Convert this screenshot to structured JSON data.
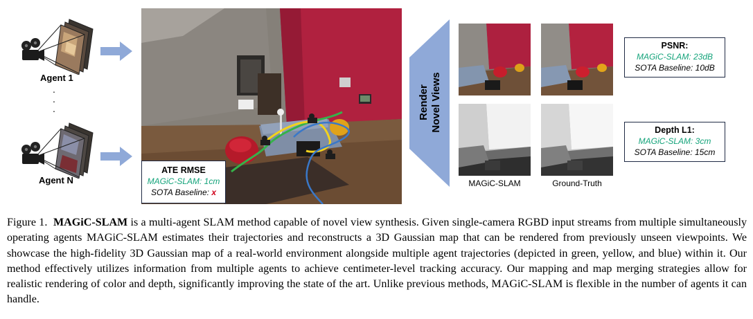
{
  "agents": {
    "agent_1": "Agent 1",
    "agent_n": "Agent N",
    "dots": ".\n.\n."
  },
  "scene_metric": {
    "title": "ATE RMSE",
    "ours": "MAGiC-SLAM: 1cm",
    "baseline_label": "SOTA Baseline:",
    "baseline_value": "x"
  },
  "render": {
    "line1": "Render",
    "line2": "Novel Views"
  },
  "thumb_captions": {
    "left": "MAGiC-SLAM",
    "right": "Ground-Truth"
  },
  "psnr": {
    "title": "PSNR:",
    "ours": "MAGiC-SLAM: 23dB",
    "baseline": "SOTA Baseline: 10dB"
  },
  "depth": {
    "title": "Depth L1:",
    "ours": "MAGiC-SLAM: 3cm",
    "baseline": "SOTA Baseline: 15cm"
  },
  "caption": {
    "fig_label": "Figure 1.",
    "method_name": "MAGiC-SLAM",
    "text": " is a multi-agent SLAM method capable of novel view synthesis. Given single-camera RGBD input streams from multiple simultaneously operating agents MAGiC-SLAM estimates their trajectories and reconstructs a 3D Gaussian map that can be rendered from previously unseen viewpoints. We showcase the high-fidelity 3D Gaussian map of a real-world environment alongside multiple agent trajectories (depicted in green, yellow, and blue) within it. Our method effectively utilizes information from multiple agents to achieve centimeter-level tracking accuracy. Our mapping and map merging strategies allow for realistic rendering of color and depth, significantly improving the state of the art. Unlike previous methods, MAGiC-SLAM is flexible in the number of agents it can handle."
  },
  "colors": {
    "arrow_blue": "#8fa9d8",
    "ours_green": "#13a37a",
    "baseline_red": "#d0021b",
    "wall_red": "#b0213f",
    "box_border": "#1f2a44"
  },
  "icons": [
    "camera-icon",
    "right-arrow-icon",
    "trajectory-lines"
  ]
}
